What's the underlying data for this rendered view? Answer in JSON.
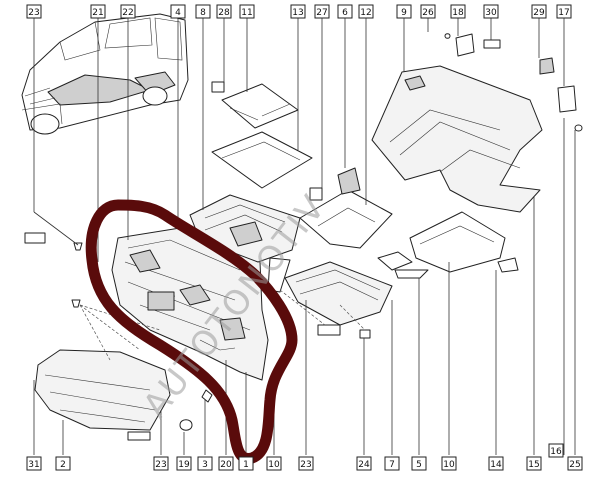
{
  "callouts": [
    {
      "label": "23",
      "key": "c23a"
    },
    {
      "label": "21",
      "key": "c21"
    },
    {
      "label": "22",
      "key": "c22"
    },
    {
      "label": "4",
      "key": "c4"
    },
    {
      "label": "8",
      "key": "c8"
    },
    {
      "label": "28",
      "key": "c28"
    },
    {
      "label": "11",
      "key": "c11"
    },
    {
      "label": "13",
      "key": "c13"
    },
    {
      "label": "27",
      "key": "c27"
    },
    {
      "label": "6",
      "key": "c6"
    },
    {
      "label": "12",
      "key": "c12"
    },
    {
      "label": "9",
      "key": "c9"
    },
    {
      "label": "26",
      "key": "c26"
    },
    {
      "label": "18",
      "key": "c18"
    },
    {
      "label": "30",
      "key": "c30"
    },
    {
      "label": "29",
      "key": "c29"
    },
    {
      "label": "17",
      "key": "c17"
    },
    {
      "label": "31",
      "key": "c31"
    },
    {
      "label": "2",
      "key": "c2"
    },
    {
      "label": "23",
      "key": "c23b"
    },
    {
      "label": "19",
      "key": "c19"
    },
    {
      "label": "3",
      "key": "c3"
    },
    {
      "label": "20",
      "key": "c20"
    },
    {
      "label": "1",
      "key": "c1"
    },
    {
      "label": "10",
      "key": "c10b"
    },
    {
      "label": "23",
      "key": "c23c"
    },
    {
      "label": "24",
      "key": "c24"
    },
    {
      "label": "7",
      "key": "c7"
    },
    {
      "label": "5",
      "key": "c5"
    },
    {
      "label": "10",
      "key": "c10"
    },
    {
      "label": "14",
      "key": "c14"
    },
    {
      "label": "15",
      "key": "c15"
    },
    {
      "label": "16",
      "key": "c16"
    },
    {
      "label": "25",
      "key": "c25"
    }
  ],
  "watermark": "AUTOTONOTIV",
  "highlight_color": "#5a0b0b"
}
